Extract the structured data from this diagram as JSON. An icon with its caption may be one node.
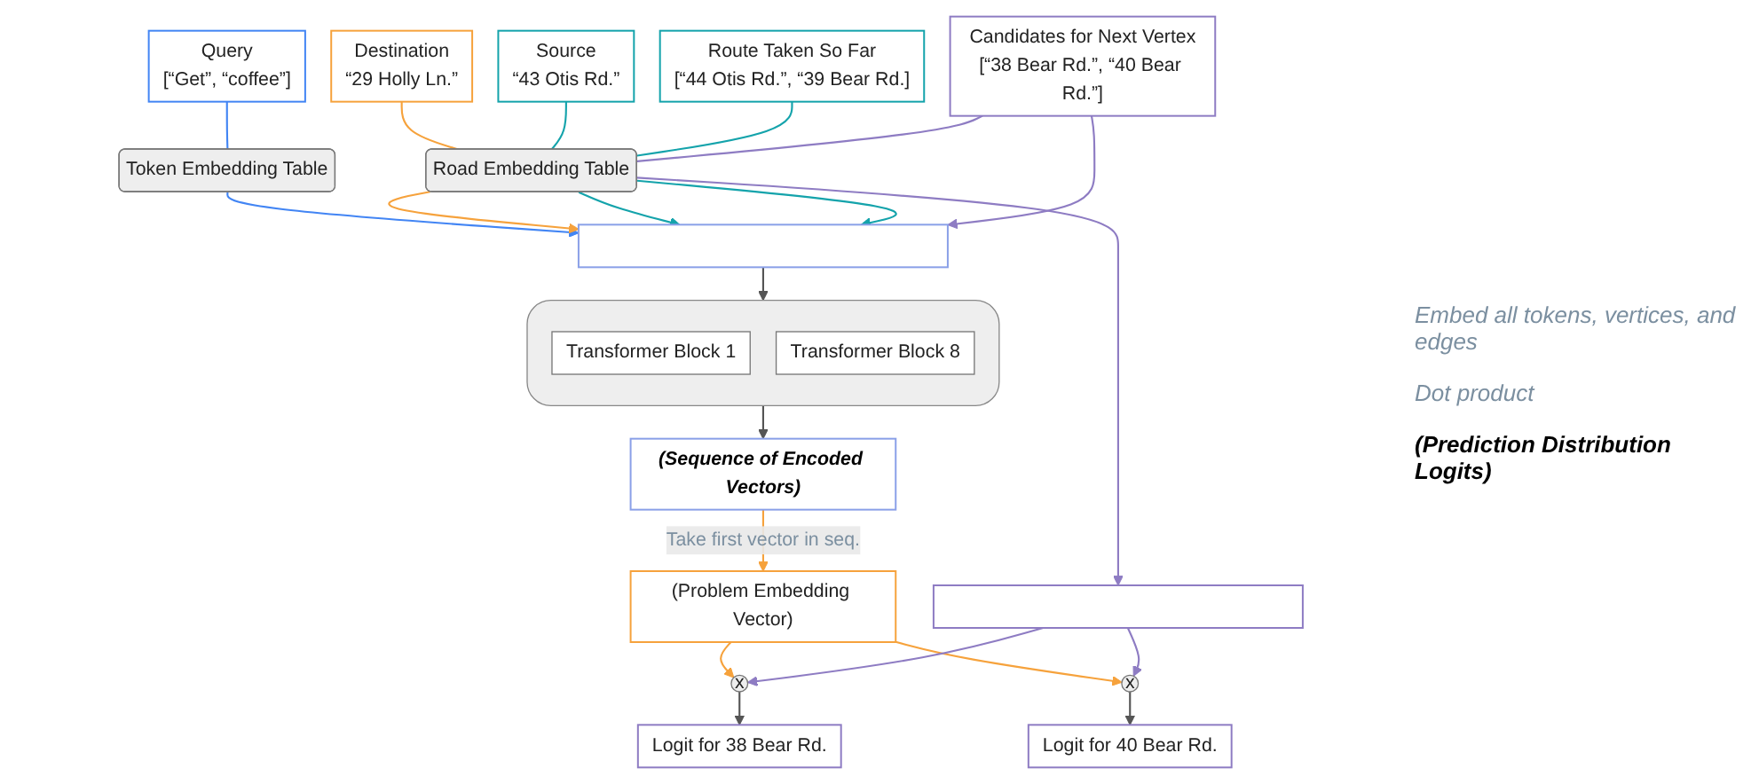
{
  "diagram": {
    "nodes": [
      {
        "text": [
          "Query",
          "[“Get”, “coffee”]"
        ]
      },
      {
        "text": [
          "Destination",
          "“29 Holly Ln.”"
        ]
      },
      {
        "text": [
          "Source",
          "“43 Otis Rd.”"
        ]
      },
      {
        "text": [
          "Route Taken So Far",
          "[“44 Otis Rd.”, “39 Bear Rd.]"
        ]
      },
      {
        "text": [
          "Candidates for Next Vertex",
          "[“38 Bear Rd.”, “40 Bear Rd.”]"
        ]
      },
      {
        "text": [
          "Token Embedding Table"
        ]
      },
      {
        "text": [
          "Road Embedding Table"
        ]
      },
      {
        "text": [],
        "shape": "bar"
      },
      {
        "text": [],
        "shape": "bar"
      },
      {
        "text": [],
        "shape": "box"
      },
      {
        "text": [
          "Transformer Block 1"
        ],
        "in": 9
      },
      {
        "text": [
          "Transformer Block 8"
        ],
        "in": 9
      },
      {
        "text": [
          "(Sequence of Encoded Vectors)"
        ]
      },
      {
        "text": [
          "(Problem Embedding Vector)"
        ]
      },
      {
        "text": [
          "x"
        ]
      },
      {
        "text": [
          "x"
        ]
      },
      {
        "text": [
          "Logit for 38 Bear Rd."
        ]
      },
      {
        "text": [
          "Logit for 40 Bear Rd."
        ]
      }
    ],
    "edges": [
      {
        "from": 0,
        "to": 5,
        "arrow": "none",
        "color": "#4285f4"
      },
      {
        "from": 5,
        "to": 7,
        "arrow": "to",
        "color": "#4285f4"
      },
      {
        "from": 1,
        "to": 6,
        "arrow": "none",
        "color": "#f6a23c"
      },
      {
        "from": 6,
        "to": 7,
        "arrow": "to",
        "color": "#f6a23c"
      },
      {
        "from": 2,
        "to": 6,
        "arrow": "none",
        "color": "#14a3ab"
      },
      {
        "from": 6,
        "to": 7,
        "arrow": "to",
        "color": "#14a3ab"
      },
      {
        "from": 3,
        "to": 6,
        "arrow": "none",
        "color": "#14a3ab"
      },
      {
        "from": 6,
        "to": 7,
        "arrow": "to",
        "color": "#14a3ab"
      },
      {
        "from": 4,
        "to": 7,
        "arrow": "to",
        "color": "#8e7cc3"
      },
      {
        "from": 4,
        "to": 6,
        "arrow": "none",
        "color": "#8e7cc3"
      },
      {
        "from": 6,
        "to": 8,
        "arrow": "to",
        "color": "#8e7cc3"
      },
      {
        "from": 7,
        "to": 9,
        "arrow": "to",
        "color": "#555555"
      },
      {
        "from": 9,
        "to": 12,
        "arrow": "to",
        "color": "#555555"
      },
      {
        "from": 12,
        "to": 13,
        "arrow": "to",
        "label": "Take first vector in seq.",
        "color": "#f6a23c"
      },
      {
        "from": 13,
        "to": 14,
        "arrow": "to",
        "color": "#f6a23c"
      },
      {
        "from": 13,
        "to": 15,
        "arrow": "to",
        "color": "#f6a23c"
      },
      {
        "from": 8,
        "to": 14,
        "arrow": "to",
        "color": "#8e7cc3"
      },
      {
        "from": 8,
        "to": 15,
        "arrow": "to",
        "color": "#8e7cc3"
      },
      {
        "from": 14,
        "to": 16,
        "arrow": "to",
        "color": "#555555"
      },
      {
        "from": 15,
        "to": 17,
        "arrow": "to",
        "color": "#555555"
      }
    ],
    "labels": [
      "Embed all tokens, vertices, and edges",
      "Dot product",
      "(Prediction Distribution Logits)"
    ]
  }
}
